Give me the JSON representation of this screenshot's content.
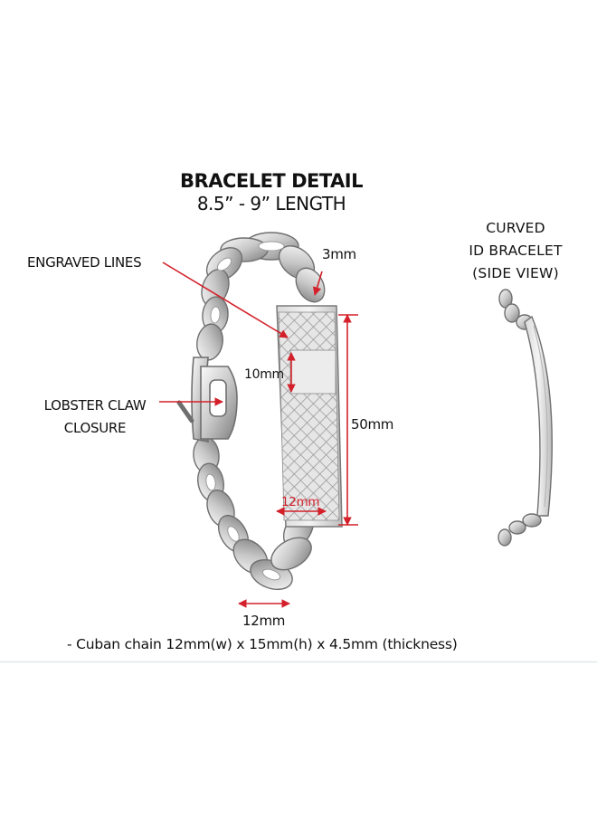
{
  "header": {
    "title": "BRACELET DETAIL",
    "subtitle": "8.5” - 9” LENGTH"
  },
  "callouts": {
    "engraved_lines": "ENGRAVED LINES",
    "lobster_claw_line1": "LOBSTER CLAW",
    "lobster_claw_line2": "CLOSURE",
    "link_width": "3mm",
    "plate_inner_height": "10mm",
    "plate_length": "50mm",
    "plate_width": "12mm",
    "chain_width": "12mm"
  },
  "side_view": {
    "line1": "CURVED",
    "line2": "ID BRACELET",
    "line3": "(SIDE VIEW)"
  },
  "spec_text": "- Cuban chain 12mm(w) x 15mm(h) x 4.5mm (thickness)",
  "colors": {
    "arrow": "#d3202a",
    "text": "#111111",
    "metal_light": "#eeeeee",
    "metal_dark": "#8a8a8a"
  }
}
